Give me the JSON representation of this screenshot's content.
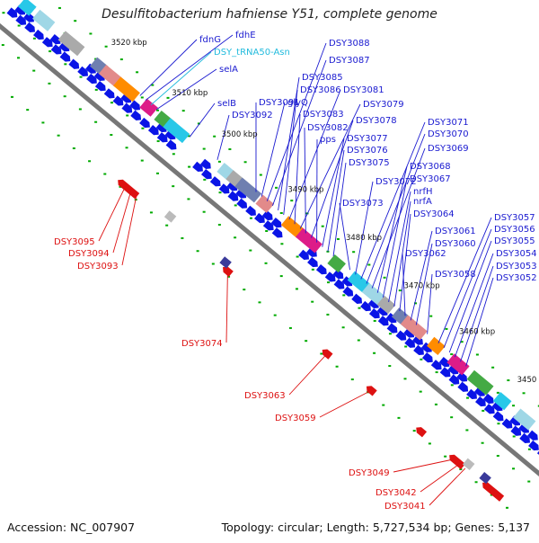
{
  "title": "Desulfitobacterium hafniense Y51, complete genome",
  "accession": "Accession: NC_007907",
  "summary": "Topology: circular; Length: 5,727,534 bp; Genes: 5,137",
  "colors": {
    "forward_arrow": "#0a14e6",
    "rna": "#28c8e8",
    "label_blue": "#1a1ad0",
    "label_red": "#dd1111",
    "label_rna": "#22bbdd",
    "backbone": "#777777",
    "tick": "#00aa00"
  },
  "kbp_ticks": [
    {
      "label": "3520 kbp",
      "t": 0.135
    },
    {
      "label": "3510 kbp",
      "t": 0.245
    },
    {
      "label": "3500 kbp",
      "t": 0.335
    },
    {
      "label": "3490 kbp",
      "t": 0.455
    },
    {
      "label": "3480 kbp",
      "t": 0.56
    },
    {
      "label": "3470 kbp",
      "t": 0.665
    },
    {
      "label": "3460 kbp",
      "t": 0.765
    },
    {
      "label": "3450 kbp",
      "t": 0.87
    }
  ],
  "blue_labels": [
    {
      "text": "fdnG",
      "t": 0.22
    },
    {
      "text": "fdhE",
      "t": 0.23
    },
    {
      "text": "DSY_tRNA50-Asn",
      "t": 0.24,
      "rna": true
    },
    {
      "text": "selA",
      "t": 0.25
    },
    {
      "text": "selB",
      "t": 0.31
    },
    {
      "text": "DSY3092",
      "t": 0.36
    },
    {
      "text": "DSY3091",
      "t": 0.43
    },
    {
      "text": "glyQ",
      "t": 0.44
    },
    {
      "text": "DSY3088",
      "t": 0.45
    },
    {
      "text": "DSY3087",
      "t": 0.46
    },
    {
      "text": "DSY3085",
      "t": 0.47
    },
    {
      "text": "DSY3086",
      "t": 0.48
    },
    {
      "text": "DSY3081",
      "t": 0.49
    },
    {
      "text": "DSY3083",
      "t": 0.5
    },
    {
      "text": "DSY3079",
      "t": 0.51
    },
    {
      "text": "DSY3082",
      "t": 0.52
    },
    {
      "text": "DSY3078",
      "t": 0.53
    },
    {
      "text": "pps",
      "t": 0.54
    },
    {
      "text": "DSY3077",
      "t": 0.55
    },
    {
      "text": "DSY3076",
      "t": 0.56
    },
    {
      "text": "DSY3075",
      "t": 0.57
    },
    {
      "text": "DSY3073",
      "t": 0.6
    },
    {
      "text": "DSY3072",
      "t": 0.61
    },
    {
      "text": "DSY3071",
      "t": 0.62
    },
    {
      "text": "DSY3070",
      "t": 0.63
    },
    {
      "text": "DSY3069",
      "t": 0.64
    },
    {
      "text": "DSY3068",
      "t": 0.65
    },
    {
      "text": "DSY3067",
      "t": 0.66
    },
    {
      "text": "nrfH",
      "t": 0.67
    },
    {
      "text": "nrfA",
      "t": 0.68
    },
    {
      "text": "DSY3064",
      "t": 0.69
    },
    {
      "text": "DSY3062",
      "t": 0.7
    },
    {
      "text": "DSY3061",
      "t": 0.71
    },
    {
      "text": "DSY3060",
      "t": 0.72
    },
    {
      "text": "DSY3058",
      "t": 0.74
    },
    {
      "text": "DSY3057",
      "t": 0.76
    },
    {
      "text": "DSY3056",
      "t": 0.77
    },
    {
      "text": "DSY3055",
      "t": 0.78
    },
    {
      "text": "DSY3054",
      "t": 0.79
    },
    {
      "text": "DSY3053",
      "t": 0.8
    },
    {
      "text": "DSY3052",
      "t": 0.81
    }
  ],
  "red_labels": [
    {
      "text": "DSY3095"
    },
    {
      "text": "DSY3094"
    },
    {
      "text": "DSY3093"
    },
    {
      "text": "DSY3074"
    },
    {
      "text": "DSY3063"
    },
    {
      "text": "DSY3059"
    },
    {
      "text": "DSY3049"
    },
    {
      "text": "DSY3042"
    },
    {
      "text": "DSY3041"
    }
  ]
}
